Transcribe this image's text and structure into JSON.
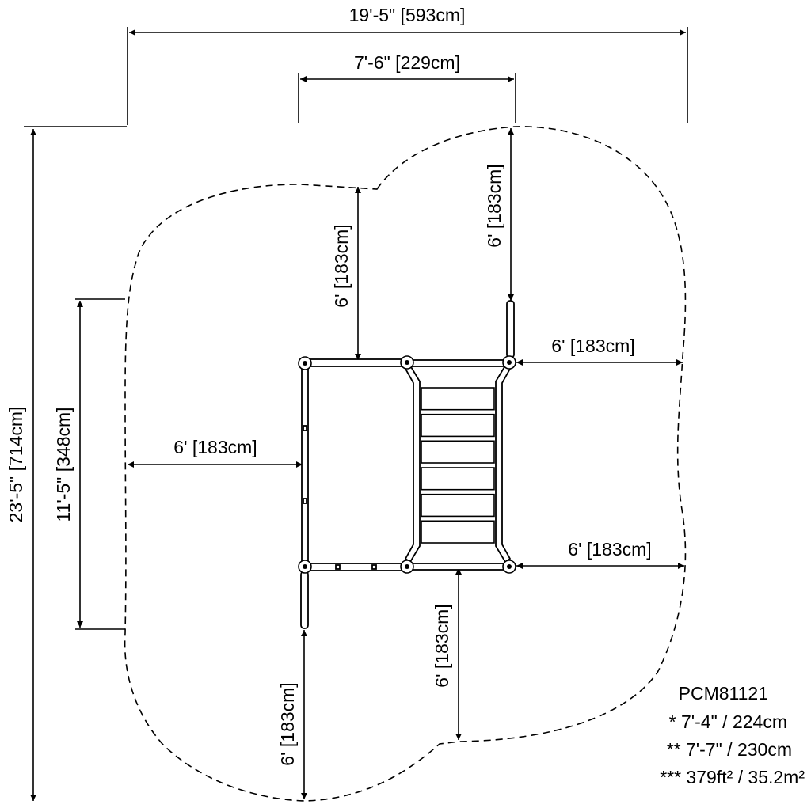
{
  "dimensions": {
    "overall_width": "19'-5\" [593cm]",
    "inner_width": "7'-6\" [229cm]",
    "overall_depth": "23'-5\" [714cm]",
    "inner_depth": "11'-5\" [348cm]",
    "clearance_top_left": "6' [183cm]",
    "clearance_top_right": "6' [183cm]",
    "clearance_right_upper": "6' [183cm]",
    "clearance_left": "6' [183cm]",
    "clearance_right_lower": "6' [183cm]",
    "clearance_bottom_center": "6' [183cm]",
    "clearance_bottom_left": "6' [183cm]"
  },
  "product": {
    "model": "PCM81121",
    "height_1": "* 7'-4\" / 224cm",
    "height_2": "** 7'-7\" / 230cm",
    "area": "*** 379ft² / 35.2m²"
  },
  "structure": {
    "ladder_rungs": 6
  }
}
